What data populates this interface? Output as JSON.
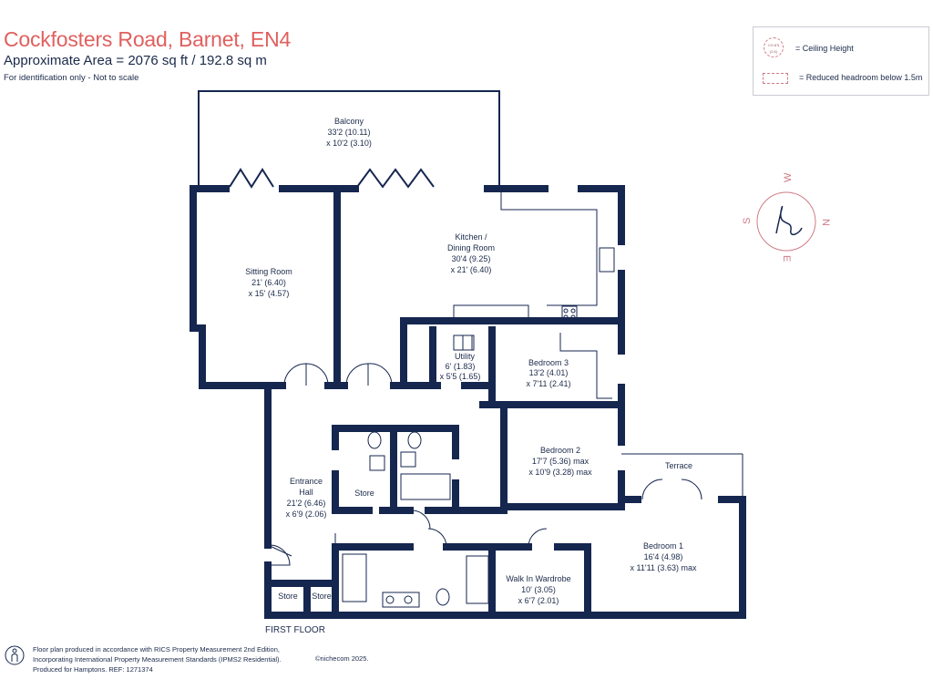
{
  "header": {
    "title": "Cockfosters Road, Barnet, EN4",
    "area": "Approximate Area = 2076  sq ft / 192.8  sq m",
    "note": "For identification only - Not to scale"
  },
  "legend": {
    "ceiling_symbol_text": "CH 8'5 (2.6)",
    "ceiling_label": "= Ceiling Height",
    "reduced_label": "= Reduced headroom below 1.5m"
  },
  "compass": {
    "n": "N",
    "e": "E",
    "s": "S",
    "w": "W"
  },
  "rooms": {
    "balcony": {
      "name": "Balcony",
      "dim1": "33'2 (10.11)",
      "dim2": "x 10'2 (3.10)"
    },
    "sitting": {
      "name": "Sitting Room",
      "dim1": "21' (6.40)",
      "dim2": "x 15' (4.57)"
    },
    "kitchen": {
      "name1": "Kitchen /",
      "name2": "Dining Room",
      "dim1": "30'4 (9.25)",
      "dim2": "x 21' (6.40)"
    },
    "utility": {
      "name": "Utility",
      "dim1": "6' (1.83)",
      "dim2": "x 5'5 (1.65)"
    },
    "bed3": {
      "name": "Bedroom 3",
      "dim1": "13'2 (4.01)",
      "dim2": "x 7'11 (2.41)"
    },
    "bed2": {
      "name": "Bedroom 2",
      "dim1": "17'7 (5.36) max",
      "dim2": "x 10'9 (3.28) max"
    },
    "hall": {
      "name1": "Entrance",
      "name2": "Hall",
      "dim1": "21'2 (6.46)",
      "dim2": "x 6'9 (2.06)"
    },
    "store_hall": {
      "name": "Store"
    },
    "terrace": {
      "name": "Terrace"
    },
    "bed1": {
      "name": "Bedroom 1",
      "dim1": "16'4 (4.98)",
      "dim2": "x 11'11 (3.63) max"
    },
    "wardrobe": {
      "name": "Walk In Wardrobe",
      "dim1": "10' (3.05)",
      "dim2": "x 6'7 (2.01)"
    },
    "store_a": {
      "name": "Store"
    },
    "store_b": {
      "name": "Store"
    }
  },
  "floor_label": "FIRST FLOOR",
  "footer": {
    "line1": "Floor plan produced in accordance with RICS Property Measurement 2nd Edition,",
    "line2": "Incorporating International Property Measurement Standards (IPMS2 Residential).",
    "brand": "©nichecom 2025.",
    "line3": "Produced for Hamptons.   REF:  1271374"
  },
  "colors": {
    "wall": "#15264f",
    "title": "#e0605e",
    "text": "#1b2a4a",
    "accent": "#d07a86"
  }
}
